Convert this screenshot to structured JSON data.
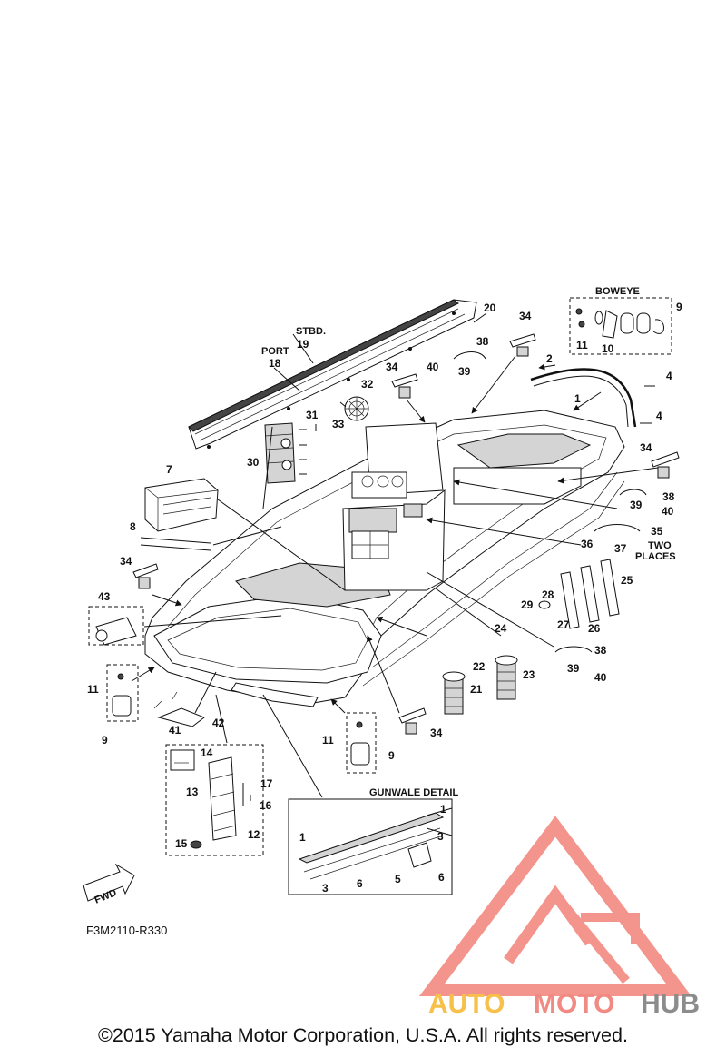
{
  "diagram": {
    "labels": {
      "boweye": "BOWEYE",
      "stbd": "STBD.",
      "port": "PORT",
      "two_places_1": "TWO",
      "two_places_2": "PLACES",
      "gunwale_detail": "GUNWALE DETAIL",
      "fwd": "FWD",
      "figure_code": "F3M2110-R330"
    },
    "callouts": [
      {
        "id": "c20",
        "text": "20"
      },
      {
        "id": "c19",
        "text": "19"
      },
      {
        "id": "c18",
        "text": "18"
      },
      {
        "id": "c34a",
        "text": "34"
      },
      {
        "id": "c38a",
        "text": "38"
      },
      {
        "id": "c40a",
        "text": "40"
      },
      {
        "id": "c39a",
        "text": "39"
      },
      {
        "id": "c9a",
        "text": "9"
      },
      {
        "id": "c11a",
        "text": "11"
      },
      {
        "id": "c10",
        "text": "10"
      },
      {
        "id": "c2",
        "text": "2"
      },
      {
        "id": "c4a",
        "text": "4"
      },
      {
        "id": "c1a",
        "text": "1"
      },
      {
        "id": "c4b",
        "text": "4"
      },
      {
        "id": "c34b",
        "text": "34"
      },
      {
        "id": "c32",
        "text": "32"
      },
      {
        "id": "c33",
        "text": "33"
      },
      {
        "id": "c31",
        "text": "31"
      },
      {
        "id": "c30",
        "text": "30"
      },
      {
        "id": "c7",
        "text": "7"
      },
      {
        "id": "c8",
        "text": "8"
      },
      {
        "id": "c34c",
        "text": "34"
      },
      {
        "id": "c38b",
        "text": "38"
      },
      {
        "id": "c39b",
        "text": "39"
      },
      {
        "id": "c40b",
        "text": "40"
      },
      {
        "id": "c35",
        "text": "35"
      },
      {
        "id": "c36",
        "text": "36"
      },
      {
        "id": "c37",
        "text": "37"
      },
      {
        "id": "c25",
        "text": "25"
      },
      {
        "id": "c34d",
        "text": "34"
      },
      {
        "id": "c43",
        "text": "43"
      },
      {
        "id": "c28",
        "text": "28"
      },
      {
        "id": "c29",
        "text": "29"
      },
      {
        "id": "c27",
        "text": "27"
      },
      {
        "id": "c26",
        "text": "26"
      },
      {
        "id": "c24",
        "text": "24"
      },
      {
        "id": "c22",
        "text": "22"
      },
      {
        "id": "c23",
        "text": "23"
      },
      {
        "id": "c21",
        "text": "21"
      },
      {
        "id": "c38c",
        "text": "38"
      },
      {
        "id": "c39c",
        "text": "39"
      },
      {
        "id": "c40c",
        "text": "40"
      },
      {
        "id": "c11b",
        "text": "11"
      },
      {
        "id": "c9b",
        "text": "9"
      },
      {
        "id": "c41",
        "text": "41"
      },
      {
        "id": "c42",
        "text": "42"
      },
      {
        "id": "c34e",
        "text": "34"
      },
      {
        "id": "c11c",
        "text": "11"
      },
      {
        "id": "c9c",
        "text": "9"
      },
      {
        "id": "c14",
        "text": "14"
      },
      {
        "id": "c13",
        "text": "13"
      },
      {
        "id": "c17",
        "text": "17"
      },
      {
        "id": "c16",
        "text": "16"
      },
      {
        "id": "c12",
        "text": "12"
      },
      {
        "id": "c15",
        "text": "15"
      },
      {
        "id": "c1b",
        "text": "1"
      },
      {
        "id": "c3a",
        "text": "3"
      },
      {
        "id": "c1c",
        "text": "1"
      },
      {
        "id": "c6a",
        "text": "6"
      },
      {
        "id": "c5",
        "text": "5"
      },
      {
        "id": "c6b",
        "text": "6"
      },
      {
        "id": "c3b",
        "text": "3"
      }
    ]
  },
  "watermark": {
    "part1": "AUTO",
    "part2": "MOTO",
    "part3": "HUB",
    "colors": {
      "auto": "#f6c04a",
      "moto": "#f08a82",
      "hub": "#8c8c8c",
      "logo": "#f28a80"
    }
  },
  "footer": {
    "copyright": "©2015 Yamaha Motor Corporation, U.S.A. All rights reserved."
  }
}
